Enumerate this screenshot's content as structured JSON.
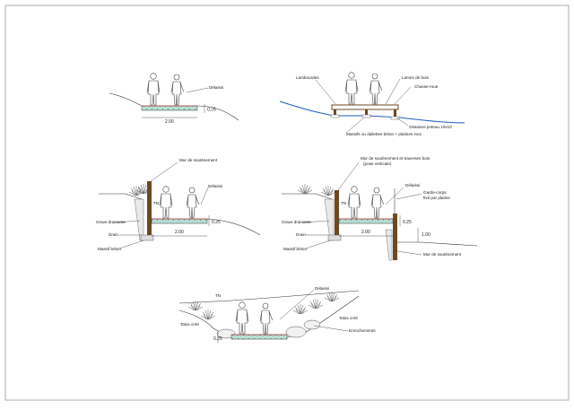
{
  "colors": {
    "frame": "#9a9a9a",
    "ink": "#333333",
    "wood": "#6b4a22",
    "water": "#1f5fbf",
    "gravel": "#7fbfb0",
    "accent": "#d01818"
  },
  "detail_1": {
    "label_delaissi": "Délaissi",
    "dim_height": "0.25",
    "dim_width": "2.00"
  },
  "detail_2": {
    "label_lambourdes": "Lambourdes",
    "label_lames": "Lames de bois",
    "label_chasse_roue": "Chasse-roue",
    "label_ossature": "Ossature poteau 10x10",
    "label_massifs": "Massifs ou dallettes béton + platines inox"
  },
  "detail_3": {
    "label_mur": "Mur de soutènement",
    "label_tn": "TN",
    "label_delaissi": "Délaissi",
    "label_grave": "Grave drainante",
    "label_drain": "Drain",
    "label_massif": "Massif béton",
    "dim_height": "0.25",
    "dim_width": "2.00"
  },
  "detail_4": {
    "label_mur_traverses": "Mur de soutènement et traverses bois",
    "label_pose": "(pose verticale)",
    "label_delaissi": "Délaissi",
    "label_garde_corps": "Garde-corps",
    "label_fixe": "fixé par platine",
    "label_tn": "TN",
    "label_grave": "Grave drainante",
    "label_drain": "Drain",
    "label_massif": "Massif béton",
    "label_mur_bas": "Mur de soutènement",
    "dim_height": "0.25",
    "dim_width": "2.00",
    "dim_rail": "1.00"
  },
  "detail_5": {
    "label_delaissi": "Délaissi",
    "label_tn": "TN",
    "label_talus_left": "Talus créé",
    "label_talus_right": "Talus créé",
    "label_enrochements": "Enrochements",
    "dim_height": "0.25"
  }
}
